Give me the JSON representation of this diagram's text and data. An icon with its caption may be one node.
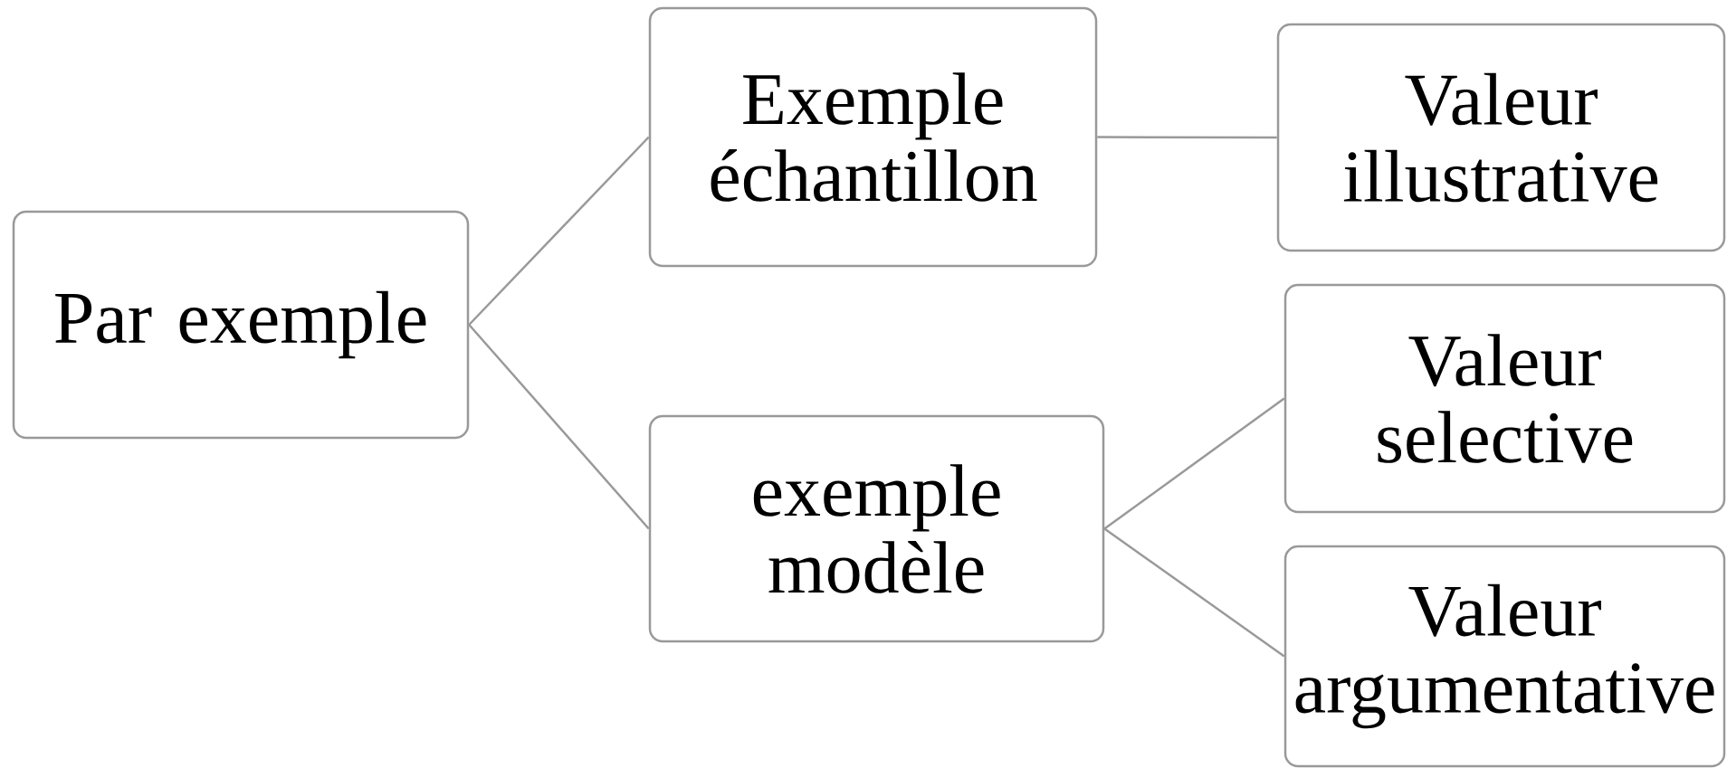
{
  "diagram": {
    "nodes": [
      {
        "text": [
          "Par exemple"
        ]
      },
      {
        "text": [
          "Exemple échantillon"
        ]
      },
      {
        "text": [
          "exemple modèle"
        ]
      },
      {
        "text": [
          "Valeur illustrative"
        ]
      },
      {
        "text": [
          "Valeur selective"
        ]
      },
      {
        "text": [
          "Valeur argumentative"
        ]
      }
    ],
    "edges": [
      {
        "from": 0,
        "to": 1,
        "arrow": "none"
      },
      {
        "from": 0,
        "to": 2,
        "arrow": "none"
      },
      {
        "from": 1,
        "to": 3,
        "arrow": "none"
      },
      {
        "from": 2,
        "to": 4,
        "arrow": "none"
      },
      {
        "from": 2,
        "to": 5,
        "arrow": "none"
      }
    ]
  }
}
